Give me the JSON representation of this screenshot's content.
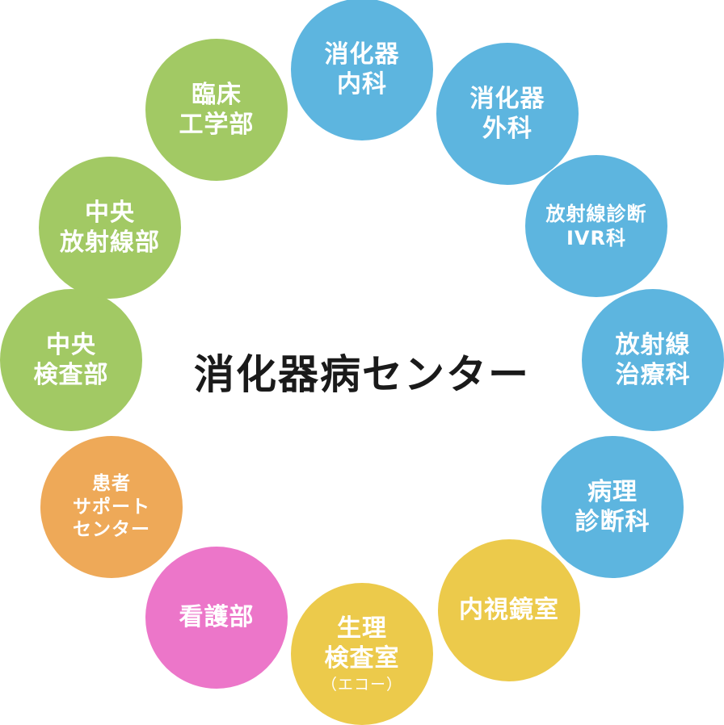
{
  "title": "消化器病センター",
  "colors": {
    "blue": "#5db5df",
    "green": "#a2c964",
    "yellow": "#ecca4b",
    "pink": "#ec76c9",
    "orange": "#eea958"
  },
  "nodes": [
    {
      "id": "shokaki-naika",
      "lines": [
        "消化器",
        "内科"
      ],
      "color": "blue"
    },
    {
      "id": "shokaki-geka",
      "lines": [
        "消化器",
        "外科"
      ],
      "color": "blue"
    },
    {
      "id": "hoshasen-shindan",
      "lines": [
        "放射線診断",
        "IVR科"
      ],
      "color": "blue"
    },
    {
      "id": "hoshasen-chiryo",
      "lines": [
        "放射線",
        "治療科"
      ],
      "color": "blue"
    },
    {
      "id": "byori-shindan",
      "lines": [
        "病理",
        "診断科"
      ],
      "color": "blue"
    },
    {
      "id": "naishikyo",
      "lines": [
        "内視鏡室"
      ],
      "color": "yellow"
    },
    {
      "id": "seiri-kensa",
      "lines": [
        "生理",
        "検査室"
      ],
      "sub": "（エコー）",
      "color": "yellow"
    },
    {
      "id": "kango",
      "lines": [
        "看護部"
      ],
      "color": "pink"
    },
    {
      "id": "kanja-support",
      "lines": [
        "患者",
        "サポート",
        "センター"
      ],
      "color": "orange"
    },
    {
      "id": "chuo-kensa",
      "lines": [
        "中央",
        "検査部"
      ],
      "color": "green"
    },
    {
      "id": "chuo-hoshasen",
      "lines": [
        "中央",
        "放射線部"
      ],
      "color": "green"
    },
    {
      "id": "rinsho-kogaku",
      "lines": [
        "臨床",
        "工学部"
      ],
      "color": "green"
    }
  ]
}
